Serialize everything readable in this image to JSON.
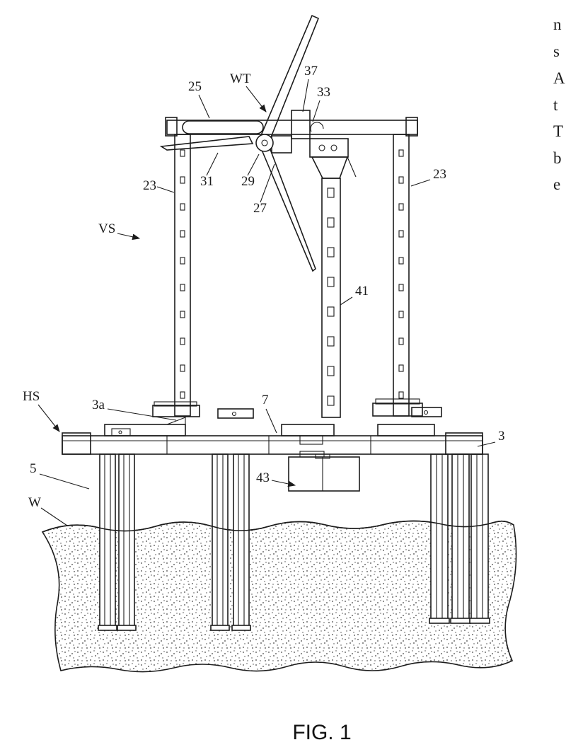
{
  "page": {
    "caption": "FIG. 1",
    "edge_text_fragments": [
      "n",
      "s",
      "A",
      "t",
      "T",
      "b",
      "e"
    ]
  },
  "figure": {
    "labels": {
      "n25": "25",
      "wt": "WT",
      "n37": "37",
      "n33": "33",
      "n23_left": "23",
      "n31": "31",
      "n29": "29",
      "n27": "27",
      "n23_right": "23",
      "vs": "VS",
      "n41": "41",
      "hs": "HS",
      "n3a": "3a",
      "n7": "7",
      "n3": "3",
      "n5": "5",
      "n43": "43",
      "w": "W"
    }
  }
}
